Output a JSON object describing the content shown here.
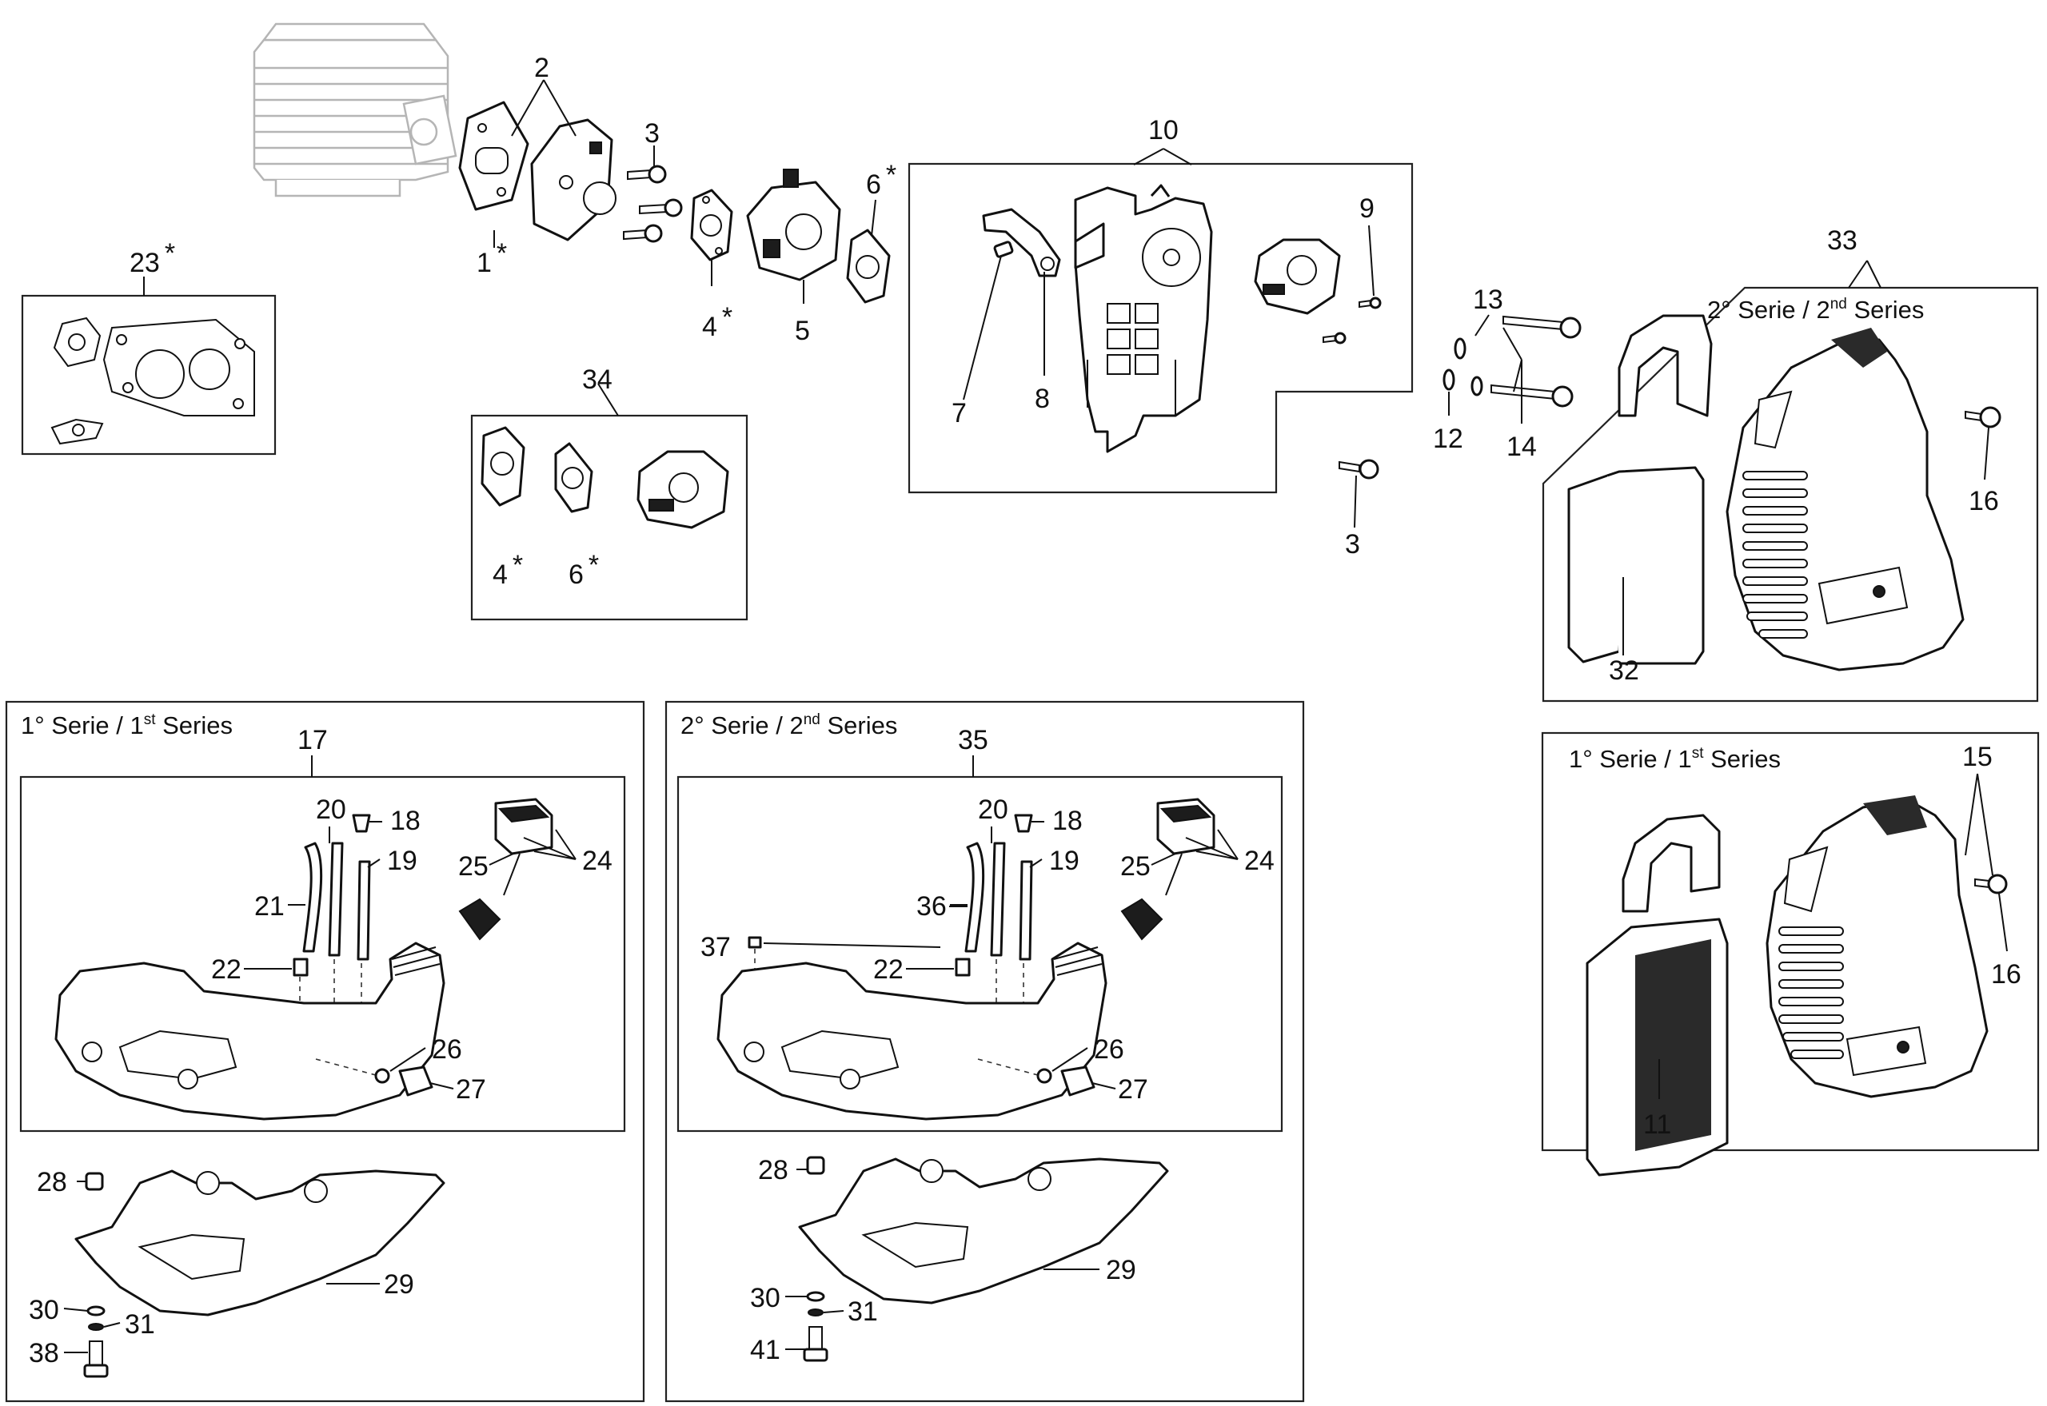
{
  "parts": [
    {
      "id": "p1",
      "label": "1",
      "star": true
    },
    {
      "id": "p2",
      "label": "2"
    },
    {
      "id": "p3a",
      "label": "3"
    },
    {
      "id": "p3b",
      "label": "3"
    },
    {
      "id": "p4a",
      "label": "4",
      "star": true
    },
    {
      "id": "p4b",
      "label": "4",
      "star": true
    },
    {
      "id": "p5",
      "label": "5"
    },
    {
      "id": "p6a",
      "label": "6",
      "star": true
    },
    {
      "id": "p6b",
      "label": "6",
      "star": true
    },
    {
      "id": "p7",
      "label": "7"
    },
    {
      "id": "p8",
      "label": "8"
    },
    {
      "id": "p9",
      "label": "9"
    },
    {
      "id": "p10",
      "label": "10"
    },
    {
      "id": "p11",
      "label": "11"
    },
    {
      "id": "p12",
      "label": "12"
    },
    {
      "id": "p13",
      "label": "13"
    },
    {
      "id": "p14",
      "label": "14"
    },
    {
      "id": "p15",
      "label": "15"
    },
    {
      "id": "p16a",
      "label": "16"
    },
    {
      "id": "p16b",
      "label": "16"
    },
    {
      "id": "p17",
      "label": "17"
    },
    {
      "id": "p18a",
      "label": "18"
    },
    {
      "id": "p18b",
      "label": "18"
    },
    {
      "id": "p19a",
      "label": "19"
    },
    {
      "id": "p19b",
      "label": "19"
    },
    {
      "id": "p20a",
      "label": "20"
    },
    {
      "id": "p20b",
      "label": "20"
    },
    {
      "id": "p21",
      "label": "21"
    },
    {
      "id": "p22a",
      "label": "22"
    },
    {
      "id": "p22b",
      "label": "22"
    },
    {
      "id": "p23",
      "label": "23",
      "star": true
    },
    {
      "id": "p24a",
      "label": "24"
    },
    {
      "id": "p24b",
      "label": "24"
    },
    {
      "id": "p25a",
      "label": "25"
    },
    {
      "id": "p25b",
      "label": "25"
    },
    {
      "id": "p26a",
      "label": "26"
    },
    {
      "id": "p26b",
      "label": "26"
    },
    {
      "id": "p27a",
      "label": "27"
    },
    {
      "id": "p27b",
      "label": "27"
    },
    {
      "id": "p28a",
      "label": "28"
    },
    {
      "id": "p28b",
      "label": "28"
    },
    {
      "id": "p29a",
      "label": "29"
    },
    {
      "id": "p29b",
      "label": "29"
    },
    {
      "id": "p30a",
      "label": "30"
    },
    {
      "id": "p30b",
      "label": "30"
    },
    {
      "id": "p31a",
      "label": "31"
    },
    {
      "id": "p31b",
      "label": "31"
    },
    {
      "id": "p32",
      "label": "32"
    },
    {
      "id": "p33",
      "label": "33"
    },
    {
      "id": "p34",
      "label": "34"
    },
    {
      "id": "p35",
      "label": "35"
    },
    {
      "id": "p36",
      "label": "36"
    },
    {
      "id": "p37",
      "label": "37"
    },
    {
      "id": "p38",
      "label": "38"
    },
    {
      "id": "p41",
      "label": "41"
    }
  ],
  "groups": {
    "series1_tank": {
      "prefix": "1° Serie / 1",
      "sup": "st",
      "suffix": " Series"
    },
    "series2_tank": {
      "prefix": "2° Serie / 2",
      "sup": "nd",
      "suffix": " Series"
    },
    "series2_filter": {
      "prefix": "2° Serie / 2",
      "sup": "nd",
      "suffix": " Series"
    },
    "series1_filter": {
      "prefix": "1° Serie / 1",
      "sup": "st",
      "suffix": " Series"
    }
  },
  "star_symbol": "*"
}
